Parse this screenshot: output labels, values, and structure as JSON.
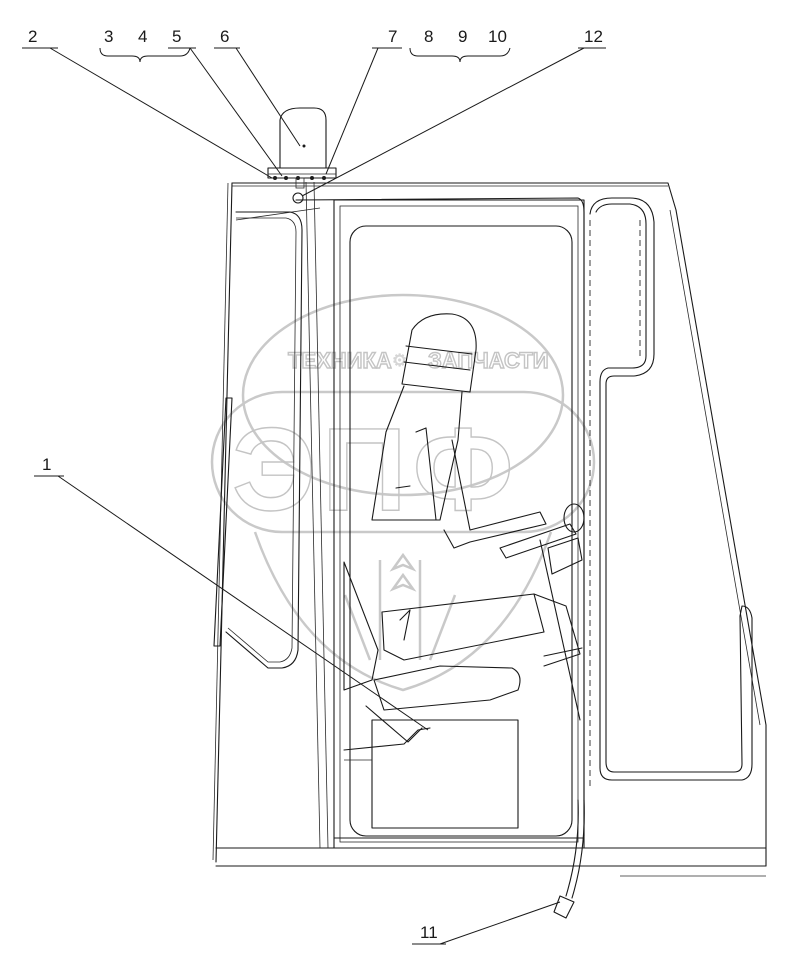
{
  "watermark": {
    "top_text_left": "ТЕХНИКА",
    "top_text_right": "ЗАПЧАСТИ",
    "big_letters": "ЭПФ",
    "colors": {
      "stroke": "#c9c9c9"
    }
  },
  "callouts": [
    {
      "id": "c1",
      "text": "1"
    },
    {
      "id": "c2",
      "text": "2"
    },
    {
      "id": "c3",
      "text": "3"
    },
    {
      "id": "c4",
      "text": "4"
    },
    {
      "id": "c5",
      "text": "5"
    },
    {
      "id": "c6",
      "text": "6"
    },
    {
      "id": "c7",
      "text": "7"
    },
    {
      "id": "c8",
      "text": "8"
    },
    {
      "id": "c9",
      "text": "9"
    },
    {
      "id": "c10",
      "text": "10"
    },
    {
      "id": "c11",
      "text": "11"
    },
    {
      "id": "c12",
      "text": "12"
    }
  ],
  "colors": {
    "line": "#1a1a1a",
    "background": "#ffffff"
  }
}
